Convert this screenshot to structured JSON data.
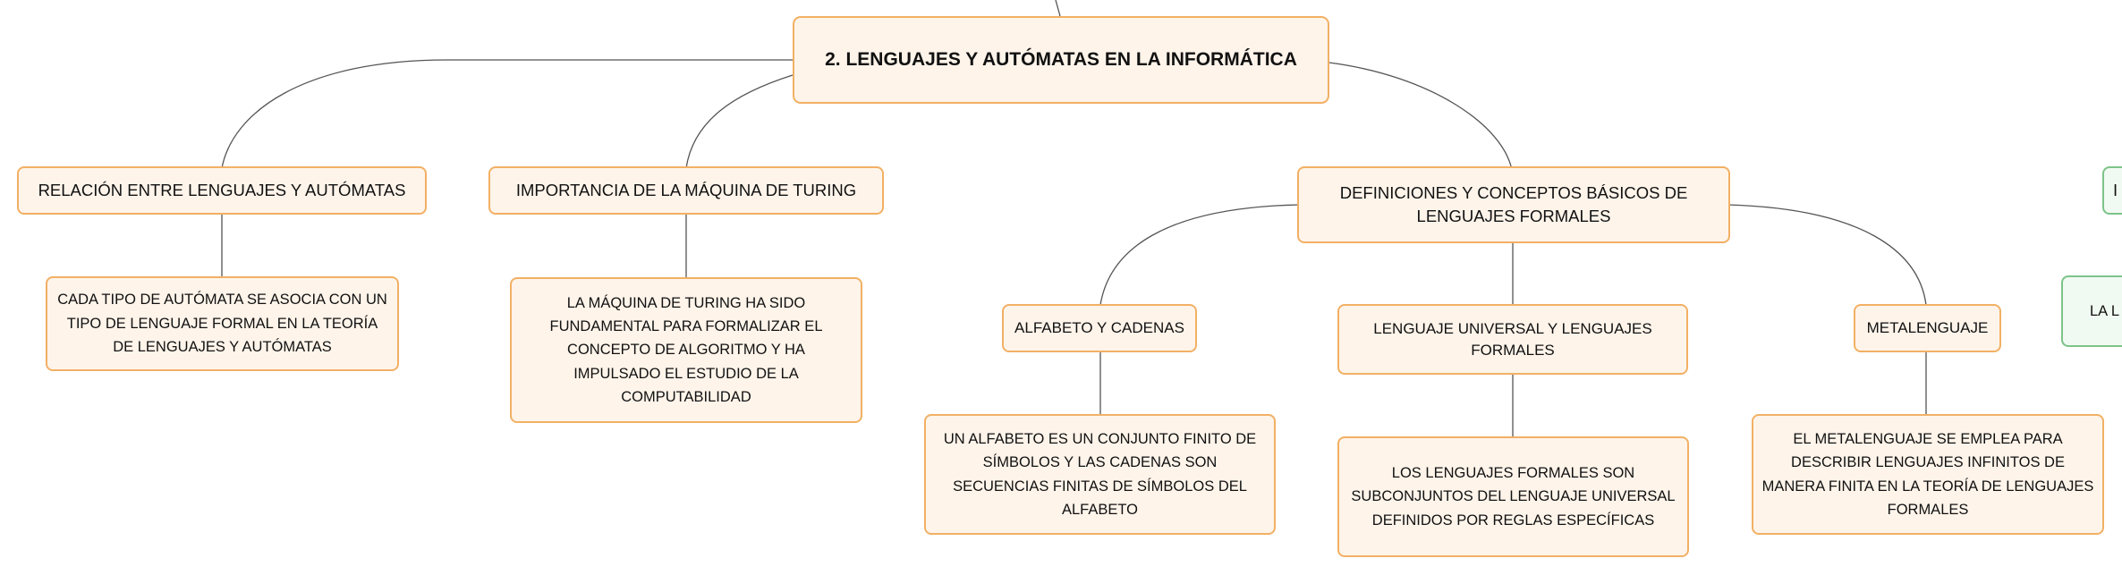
{
  "root": {
    "label": "2. LENGUAJES Y AUTÓMATAS EN LA INFORMÁTICA"
  },
  "branches": {
    "relacion": {
      "label": "RELACIÓN ENTRE LENGUAJES Y AUTÓMATAS",
      "detail": "CADA TIPO DE AUTÓMATA SE ASOCIA CON UN TIPO DE LENGUAJE FORMAL EN LA TEORÍA DE LENGUAJES Y AUTÓMATAS"
    },
    "turing": {
      "label": "IMPORTANCIA DE LA MÁQUINA DE TURING",
      "detail": "LA MÁQUINA DE TURING HA SIDO FUNDAMENTAL PARA FORMALIZAR EL CONCEPTO DE ALGORITMO Y HA IMPULSADO EL ESTUDIO DE LA COMPUTABILIDAD"
    },
    "definiciones": {
      "label": "DEFINICIONES Y CONCEPTOS BÁSICOS DE LENGUAJES FORMALES",
      "children": {
        "alfabeto": {
          "label": "ALFABETO Y CADENAS",
          "detail": "UN ALFABETO ES UN CONJUNTO FINITO DE SÍMBOLOS Y LAS CADENAS SON SECUENCIAS FINITAS DE SÍMBOLOS DEL ALFABETO"
        },
        "universal": {
          "label": "LENGUAJE UNIVERSAL Y LENGUAJES FORMALES",
          "detail": "LOS LENGUAJES FORMALES SON SUBCONJUNTOS DEL LENGUAJE UNIVERSAL DEFINIDOS POR REGLAS ESPECÍFICAS"
        },
        "metalenguaje": {
          "label": "METALENGUAJE",
          "detail": "EL METALENGUAJE SE EMPLEA PARA DESCRIBIR LENGUAJES INFINITOS DE MANERA FINITA EN LA TEORÍA DE LENGUAJES FORMALES"
        }
      }
    },
    "cut_off": {
      "label": "I",
      "detail": "LA L"
    }
  },
  "colors": {
    "node_fill": "#fef4ea",
    "node_border": "#f2b064",
    "cut_node_fill": "#f1faf2",
    "cut_node_border": "#7cc48a",
    "connector": "#555555"
  }
}
